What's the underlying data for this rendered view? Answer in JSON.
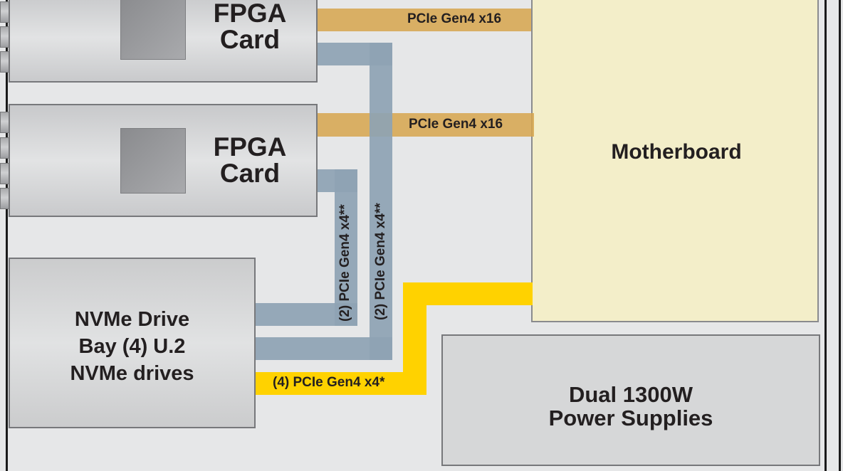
{
  "fpga_card_1": {
    "line1": "FPGA",
    "line2": "Card"
  },
  "fpga_card_2": {
    "line1": "FPGA",
    "line2": "Card"
  },
  "motherboard": {
    "label": "Motherboard"
  },
  "psu": {
    "line1": "Dual 1300W",
    "line2": "Power Supplies"
  },
  "nvme_bay": {
    "line1": "NVMe Drive",
    "line2": "Bay (4) U.2",
    "line3": "NVMe drives"
  },
  "links": {
    "fpga1_to_mb": "PCIe Gen4 x16",
    "fpga2_to_mb": "PCIe Gen4 x16",
    "nvme_to_fpga2": "(2) PCIe Gen4 x4**",
    "nvme_to_fpga1": "(2) PCIe Gen4 x4**",
    "nvme_to_mb": "(4) PCIe Gen4 x4*"
  },
  "colors": {
    "background": "#e6e7e8",
    "x16_link": "#d6a54c",
    "fpga_nvme_link": "#8ea3b3",
    "nvme_mb_link": "#ffd200",
    "motherboard": "#f3eec9",
    "psu": "#d6d7d8"
  }
}
